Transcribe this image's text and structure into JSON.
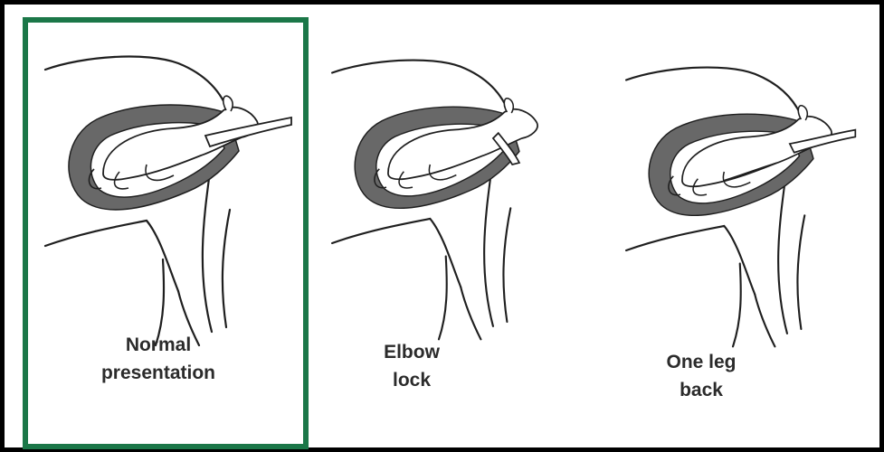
{
  "panels": [
    {
      "caption": "Normal\npresentation",
      "selected": true
    },
    {
      "caption": "Elbow\nlock",
      "selected": false
    },
    {
      "caption": "One leg\nback",
      "selected": false
    }
  ],
  "colors": {
    "frame_border": "#000000",
    "highlight": "#1b7748",
    "uterus_fill": "#686868",
    "line": "#1f1f1f",
    "caption_text": "#2b2b2b"
  }
}
